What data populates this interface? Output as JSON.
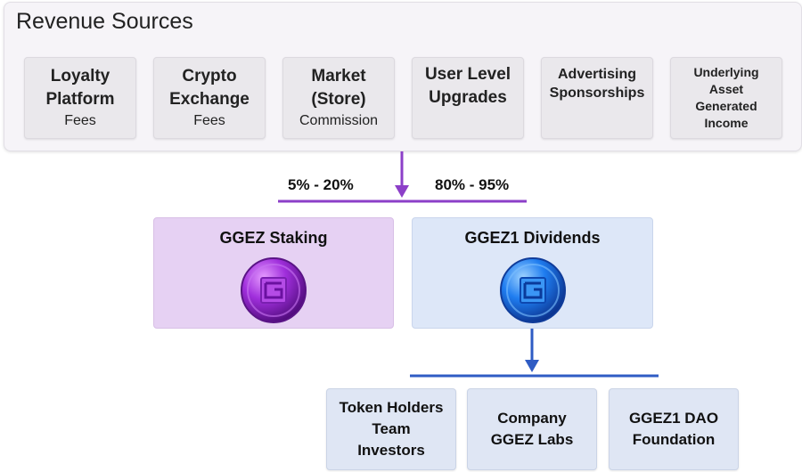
{
  "revenue": {
    "title": "Revenue Sources",
    "sources": [
      {
        "lines": [
          "Loyalty",
          "Platform"
        ],
        "sub": "Fees"
      },
      {
        "lines": [
          "Crypto",
          "Exchange"
        ],
        "sub": "Fees"
      },
      {
        "lines": [
          "Market",
          "(Store)"
        ],
        "sub": "Commission"
      },
      {
        "lines": [
          "User Level",
          "Upgrades"
        ]
      },
      {
        "lines": [
          "Advertising",
          "Sponsorships"
        ]
      },
      {
        "lines": [
          "Underlying",
          "Asset",
          "Generated",
          "Income"
        ]
      }
    ]
  },
  "split": {
    "left_pct": "5% - 20%",
    "right_pct": "80% - 95%"
  },
  "destinations": {
    "staking": {
      "title": "GGEZ Staking"
    },
    "dividends": {
      "title": "GGEZ1 Dividends"
    }
  },
  "recipients": [
    {
      "lines": [
        "Token Holders",
        "Team",
        "Investors"
      ]
    },
    {
      "lines": [
        "Company",
        "GGEZ Labs"
      ]
    },
    {
      "lines": [
        "GGEZ1 DAO",
        "Foundation"
      ]
    }
  ],
  "colors": {
    "purple_arrow": "#8c3fc8",
    "blue_arrow": "#2f5cc4",
    "staking_fill": "#e6d1f3",
    "dividends_fill": "#dde7f8",
    "purple_coin": "#9b2fd6",
    "blue_coin": "#1f7df0"
  },
  "icons": {
    "staking_coin": "ggez-purple-coin-icon",
    "dividends_coin": "ggez-blue-coin-icon"
  }
}
